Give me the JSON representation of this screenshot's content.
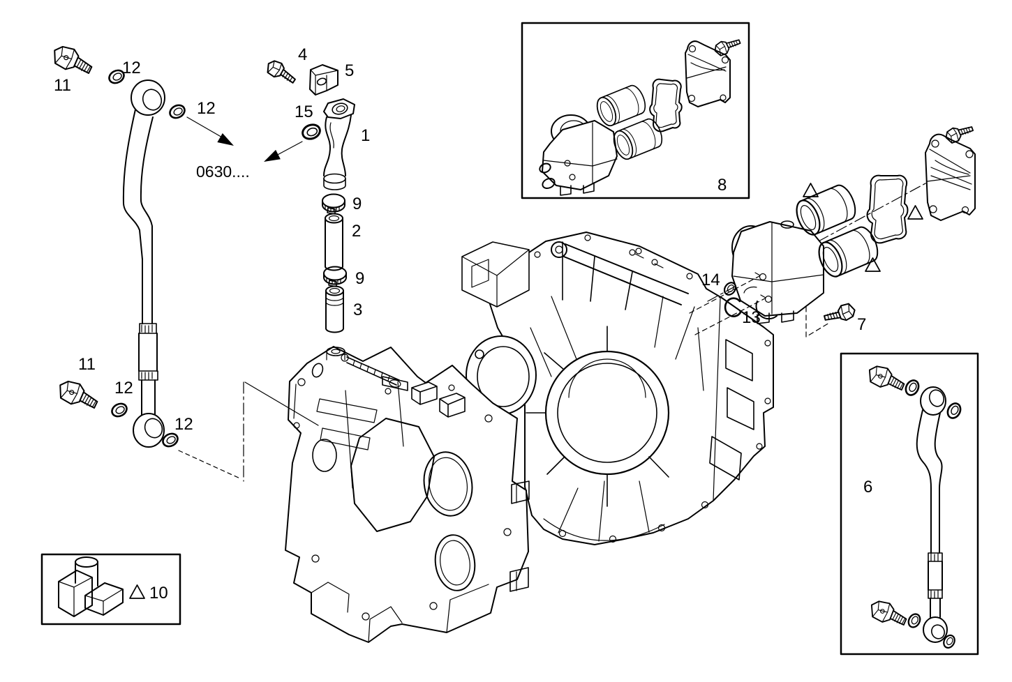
{
  "diagram": {
    "reference_note": "0630....",
    "callouts": {
      "part1": "1",
      "part2": "2",
      "part3": "3",
      "part4": "4",
      "part5": "5",
      "part6": "6",
      "part7": "7",
      "part8": "8",
      "part9_upper": "9",
      "part9_lower": "9",
      "part10": "10",
      "part11_top": "11",
      "part11_bottom": "11",
      "part12_top_left": "12",
      "part12_top_right": "12",
      "part12_bottom_left": "12",
      "part12_bottom_right": "12",
      "part13": "13",
      "part14": "14",
      "part15": "15"
    },
    "markers": {
      "triangle_symbol": "triangle",
      "triangle_count": 4
    },
    "colors": {
      "background": "#ffffff",
      "line": "#000000"
    }
  }
}
